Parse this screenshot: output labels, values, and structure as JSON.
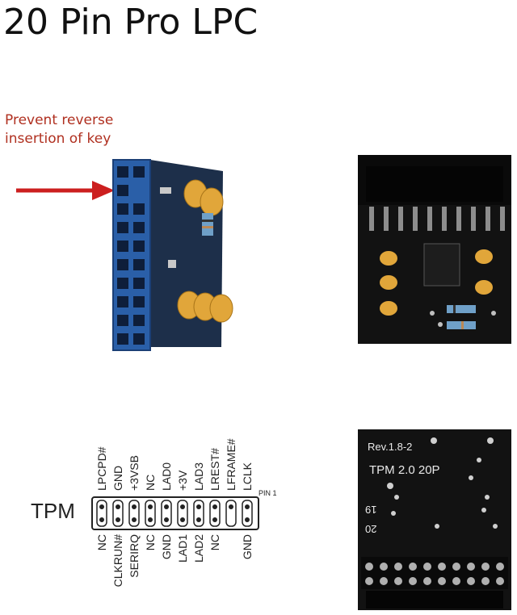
{
  "title": "20 Pin Pro LPC",
  "annotation": "Prevent reverse\ninsertion of key",
  "diagram": {
    "label": "TPM",
    "pin1_label": "PIN 1",
    "top_pins": [
      "LPCPD#",
      "GND",
      "+3VSB",
      "NC",
      "LAD0",
      "+3V",
      "LAD3",
      "LREST#",
      "LFRAME#",
      "LCLK"
    ],
    "bottom_pins": [
      "NC",
      "CLKRUN#",
      "SERIRQ",
      "NC",
      "GND",
      "LAD1",
      "LAD2",
      "NC",
      "",
      "GND"
    ]
  },
  "board_markings": {
    "rev": "Rev.1.8-2",
    "model": "TPM  2.0  20P",
    "pin19": "19",
    "pin20": "20"
  },
  "colors": {
    "annotation": "#b03020",
    "arrow": "#cc1f1f",
    "header_blue": "#2a5fa8",
    "pcb_black": "#121212",
    "capacitor": "#e1a63a"
  }
}
